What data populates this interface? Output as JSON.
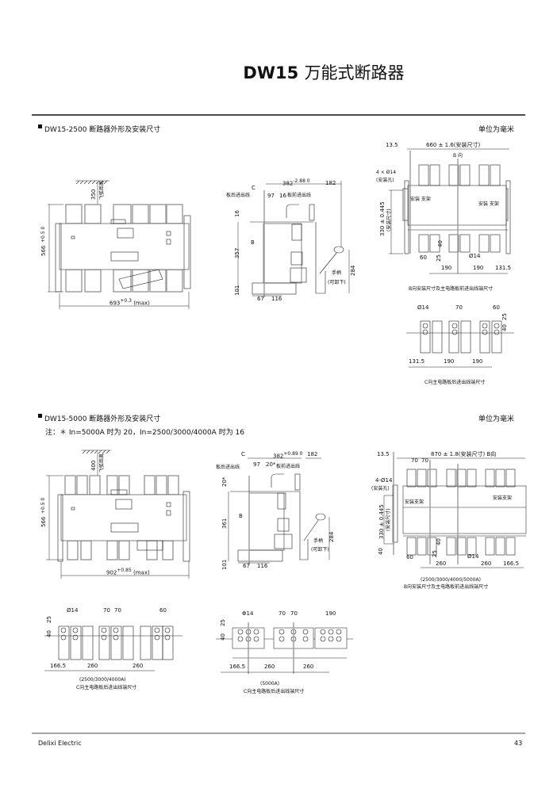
{
  "title": {
    "model": "DW15",
    "name": "万能式断路器"
  },
  "section1": {
    "heading": "DW15-2500 断路器外形及安装尺寸",
    "unit": "单位为毫米",
    "front": {
      "arc": "350",
      "arc_label": "飞弧距离",
      "height": "566",
      "height_tol": "+0.5 0",
      "width": "693",
      "width_tol": "+0.3",
      "width_suffix": "(max)"
    },
    "side": {
      "c": "C",
      "rear_wiring": "板后进出线",
      "depth": "382",
      "depth_tol": "-2.88 0",
      "d97": "97",
      "d16": "16",
      "front_wiring": "板前进出线",
      "d182": "182",
      "v16": "16",
      "b": "B",
      "v357": "357",
      "v284": "284",
      "handle": "手柄",
      "removable": "(可卸下)",
      "v101": "101",
      "d67": "67",
      "d116": "116"
    },
    "bview": {
      "d13_5": "13.5",
      "width": "660 ± 1.6(安装尺寸)",
      "dir": "B 向",
      "holes": "4 × Ø14",
      "holes_note": "(安装孔)",
      "bracket_l": "安装 支架",
      "bracket_r": "安装 支架",
      "height": "330 ± 0.445",
      "height_note": "(安装尺寸)",
      "d40": "40",
      "d25": "25",
      "d60": "60",
      "dia": "Ø14",
      "p1": "190",
      "p2": "190",
      "p3": "131.5",
      "caption": "B向安装尺寸及主电路板前进出线端尺寸"
    },
    "cview": {
      "dia": "Ø14",
      "d70": "70",
      "d60": "60",
      "d25": "25",
      "d40": "40",
      "p1": "131.5",
      "p2": "190",
      "p3": "190",
      "caption": "C向主电路板后进出线端尺寸"
    }
  },
  "section2": {
    "heading": "DW15-5000 断路器外形及安装尺寸",
    "unit": "单位为毫米",
    "note": "注：＊ In=5000A 时为 20，In=2500/3000/4000A 时为 16",
    "front": {
      "arc": "400",
      "arc_label": "飞弧距离",
      "height": "566",
      "height_tol": "+0.5 0",
      "width": "902",
      "width_tol": "+0.85",
      "width_suffix": "(max)"
    },
    "side": {
      "c": "C",
      "rear_wiring": "板后进出线",
      "depth": "382",
      "depth_tol": "+0.89 0",
      "d97": "97",
      "d20": "20*",
      "front_wiring": "板前进出线",
      "d182": "182",
      "v20": "20*",
      "b": "B",
      "v361": "361",
      "v284": "284",
      "handle": "手柄",
      "removable": "(可卸下)",
      "v101": "101",
      "d67": "67",
      "d116": "116"
    },
    "bview": {
      "d13_5": "13.5",
      "width": "870 ± 1.8(安装尺寸) B向",
      "d70a": "70",
      "d70b": "70",
      "holes": "4-Ø14",
      "holes_note": "(安装孔)",
      "bracket_l": "安装支架",
      "bracket_r": "安装支架",
      "height": "330 ± 0.445",
      "height_note": "(安装尺寸)",
      "d40a": "40",
      "d40b": "40",
      "d25": "25",
      "d60": "60",
      "dia": "Ø14",
      "p1": "260",
      "p2": "260",
      "p3": "166.5",
      "caption1": "(2500/3000/4000/5000A)",
      "caption2": "B向安装尺寸及主电路板前进出线端尺寸"
    },
    "cview_a": {
      "dia": "Ø14",
      "d70a": "70",
      "d70b": "70",
      "d60": "60",
      "d25": "25",
      "d40": "40",
      "p1": "166.5",
      "p2": "260",
      "p3": "260",
      "caption1": "(2500/3000/4000A)",
      "caption2": "C向主电路板后进出线端尺寸"
    },
    "cview_b": {
      "dia": "Φ14",
      "d70a": "70",
      "d70b": "70",
      "d190": "190",
      "d25": "25",
      "d40": "40",
      "p1": "166.5",
      "p2": "260",
      "p3": "260",
      "caption1": "(5000A)",
      "caption2": "C向主电路板后进出线端尺寸"
    }
  },
  "footer": {
    "brand": "Delixi Electric",
    "page": "43"
  }
}
